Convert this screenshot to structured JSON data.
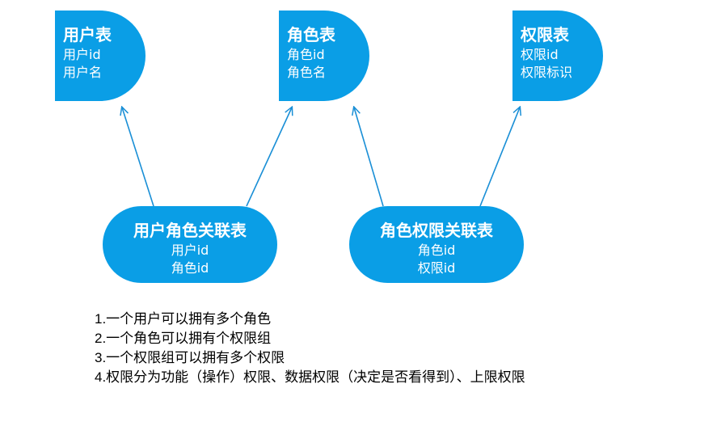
{
  "colors": {
    "node_fill": "#0a9ee6",
    "node_text": "#ffffff",
    "arrow": "#1a8fd6"
  },
  "nodes": {
    "user": {
      "title": "用户表",
      "fields": [
        "用户id",
        "用户名"
      ]
    },
    "role": {
      "title": "角色表",
      "fields": [
        "角色id",
        "角色名"
      ]
    },
    "permission": {
      "title": "权限表",
      "fields": [
        "权限id",
        "权限标识"
      ]
    },
    "user_role": {
      "title": "用户角色关联表",
      "fields": [
        "用户id",
        "角色id"
      ]
    },
    "role_permission": {
      "title": "角色权限关联表",
      "fields": [
        "角色id",
        "权限id"
      ]
    }
  },
  "arrows": [
    {
      "from": "user_role",
      "to": "user"
    },
    {
      "from": "user_role",
      "to": "role"
    },
    {
      "from": "role_permission",
      "to": "role"
    },
    {
      "from": "role_permission",
      "to": "permission"
    }
  ],
  "notes": [
    "1.一个用户可以拥有多个角色",
    "2.一个角色可以拥有个权限组",
    "3.一个权限组可以拥有多个权限",
    "4.权限分为功能（操作）权限、数据权限（决定是否看得到）、上限权限"
  ]
}
